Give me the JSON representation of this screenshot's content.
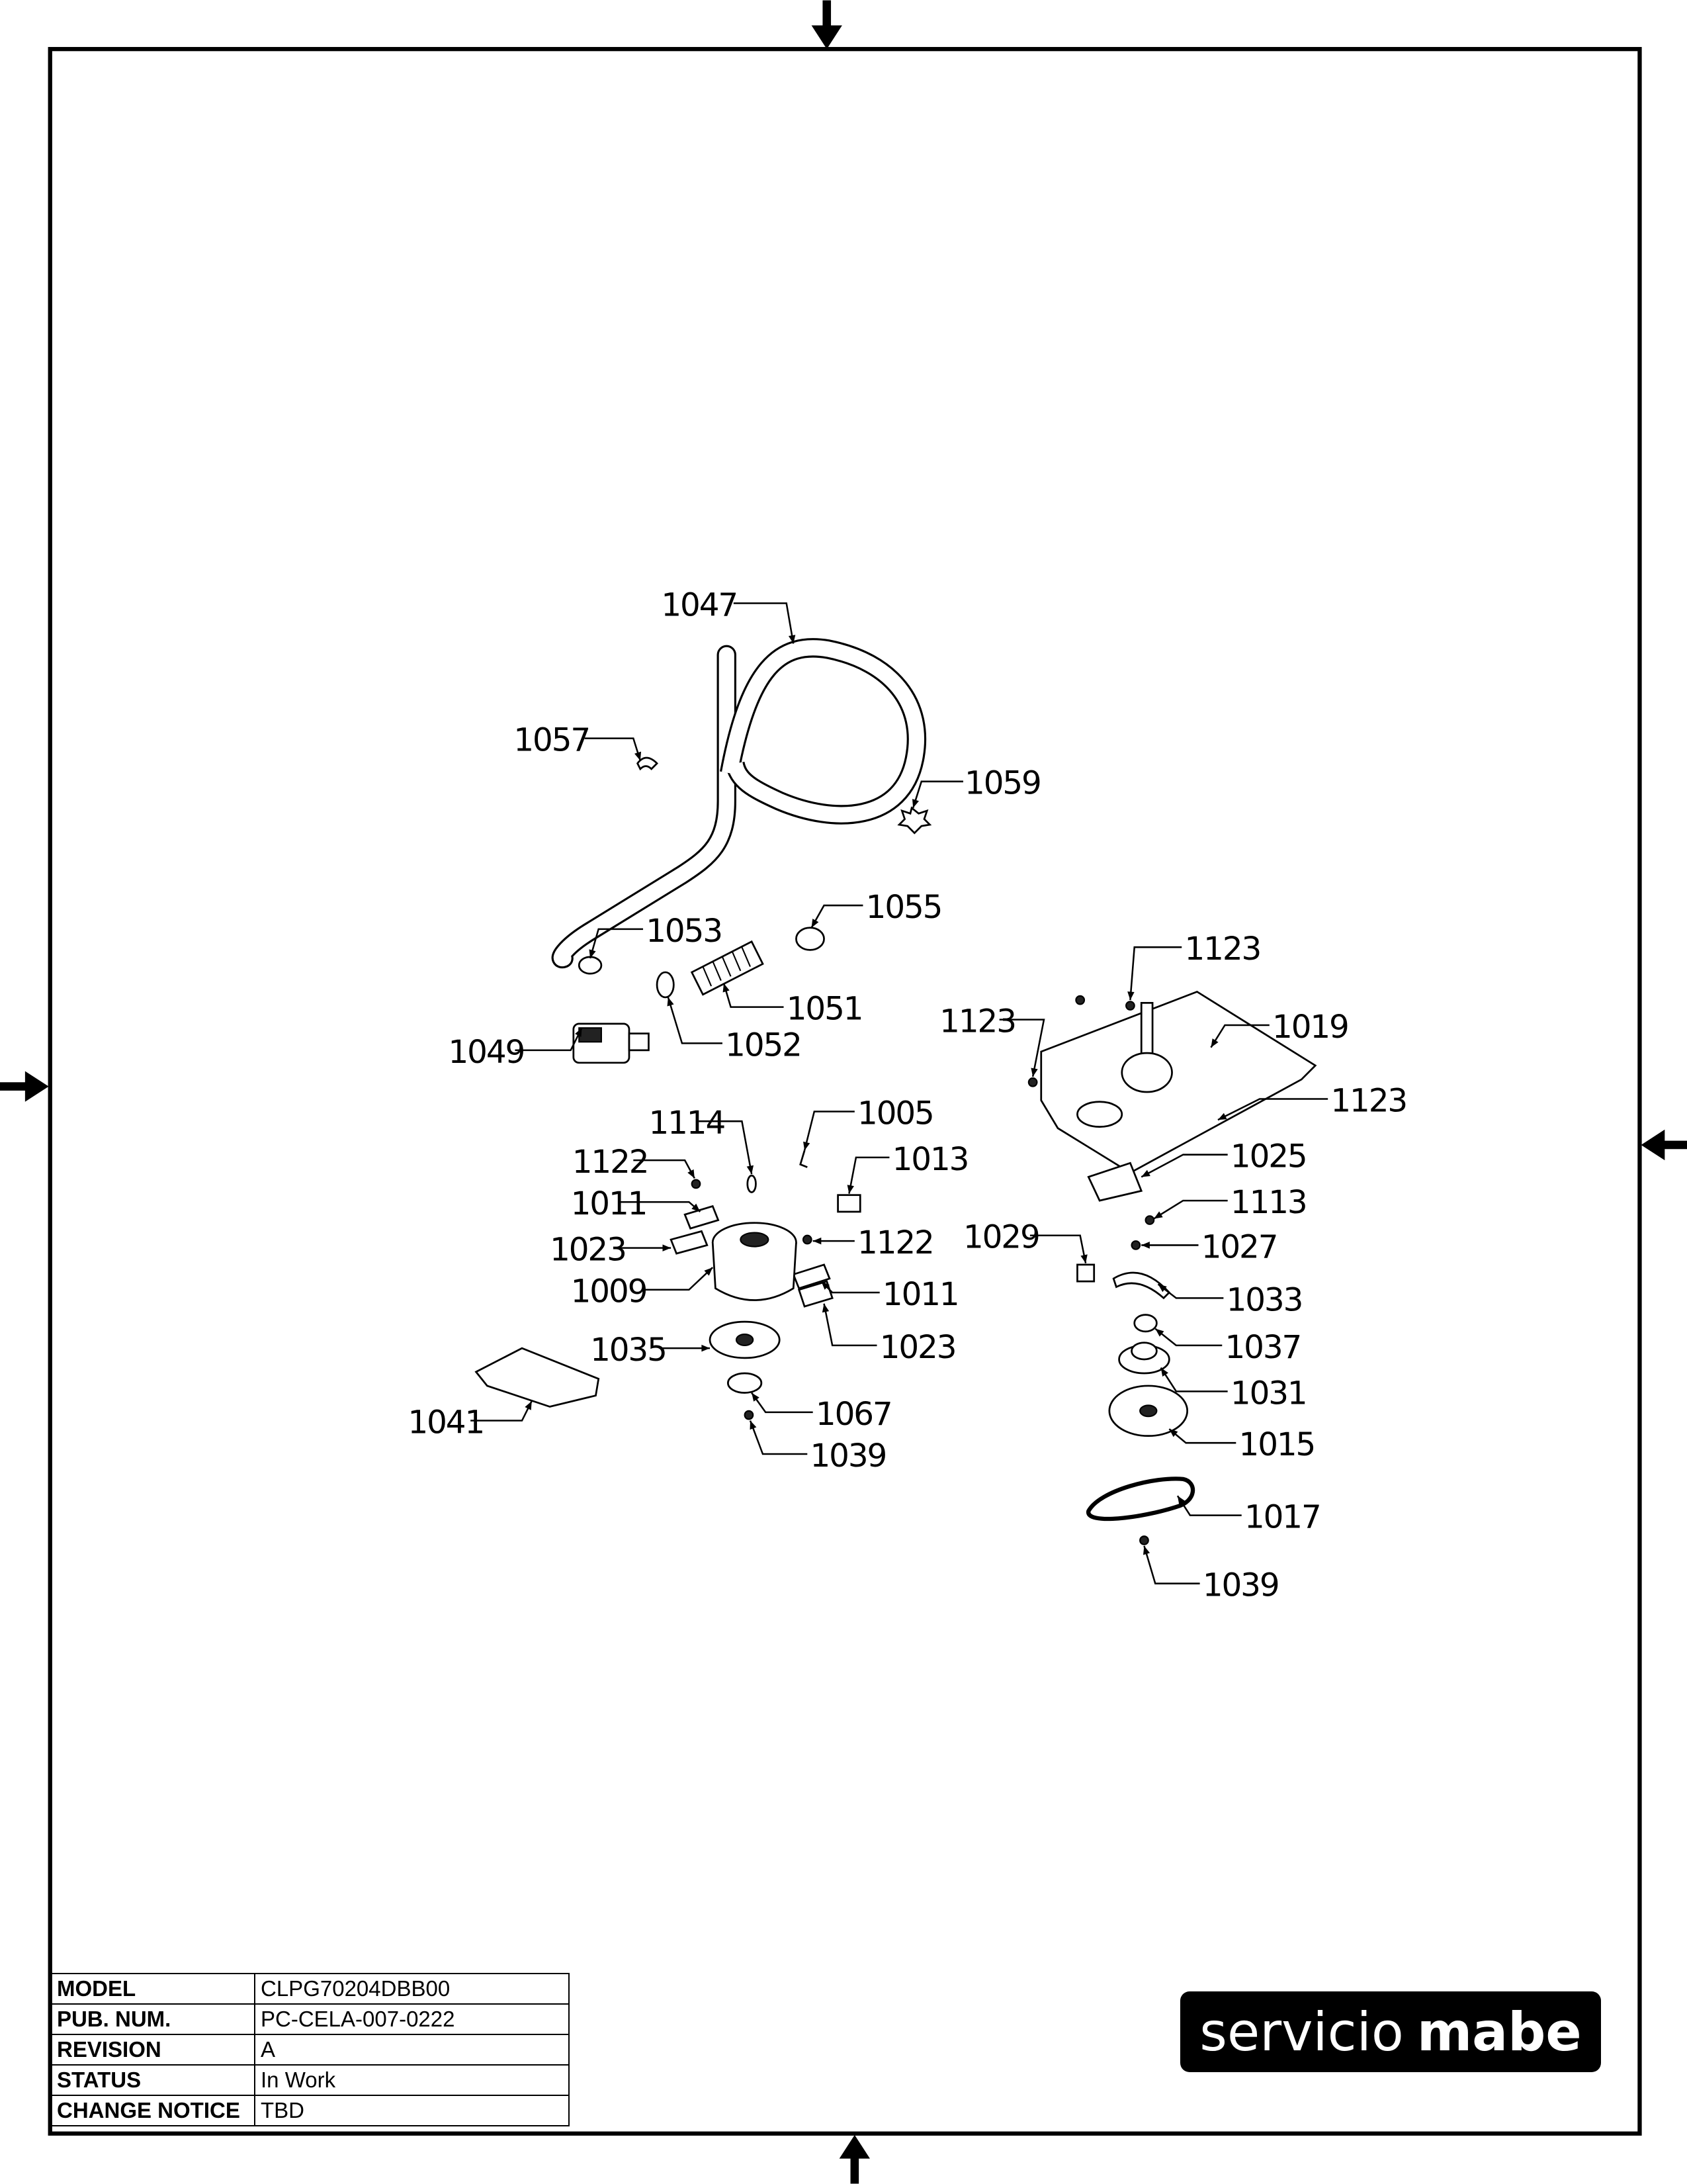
{
  "diagram": {
    "callouts": [
      "1047",
      "1057",
      "1059",
      "1055",
      "1053",
      "1051",
      "1052",
      "1049",
      "1123",
      "1123",
      "1019",
      "1123",
      "1114",
      "1005",
      "1122",
      "1013",
      "1011",
      "1025",
      "1113",
      "1023",
      "1122",
      "1029",
      "1027",
      "1009",
      "1011",
      "1033",
      "1035",
      "1023",
      "1037",
      "1031",
      "1041",
      "1067",
      "1015",
      "1039",
      "1017",
      "1039"
    ]
  },
  "title_block": {
    "rows": [
      {
        "key": "MODEL",
        "value": "CLPG70204DBB00"
      },
      {
        "key": "PUB. NUM.",
        "value": "PC-CELA-007-0222"
      },
      {
        "key": "REVISION",
        "value": "A"
      },
      {
        "key": "STATUS",
        "value": "In Work"
      },
      {
        "key": "CHANGE NOTICE",
        "value": "TBD"
      }
    ]
  },
  "logo": {
    "word1": "servicio",
    "word2": "mabe"
  }
}
